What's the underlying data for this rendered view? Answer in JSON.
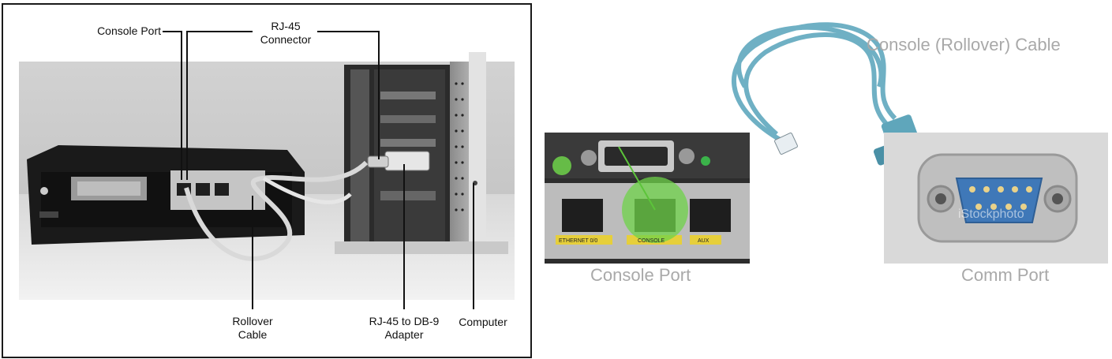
{
  "left_photo": {
    "labels": {
      "console_port": "Console Port",
      "rj45_connector_l1": "RJ-45",
      "rj45_connector_l2": "Connector",
      "rollover_l1": "Rollover",
      "rollover_l2": "Cable",
      "adapter_l1": "RJ-45 to DB-9",
      "adapter_l2": "Adapter",
      "computer": "Computer"
    }
  },
  "right_photo": {
    "labels": {
      "cable": "Console (Rollover) Cable",
      "console_port": "Console Port",
      "comm_port": "Comm Port"
    },
    "port_labels": {
      "ethernet": "ETHERNET 0/0",
      "console": "CONSOLE",
      "aux": "AUX"
    },
    "watermark": "iStockphoto",
    "colors": {
      "cable": "#6fb0c4",
      "highlight": "#6fd34a",
      "db9_blue": "#3f78b8"
    }
  }
}
